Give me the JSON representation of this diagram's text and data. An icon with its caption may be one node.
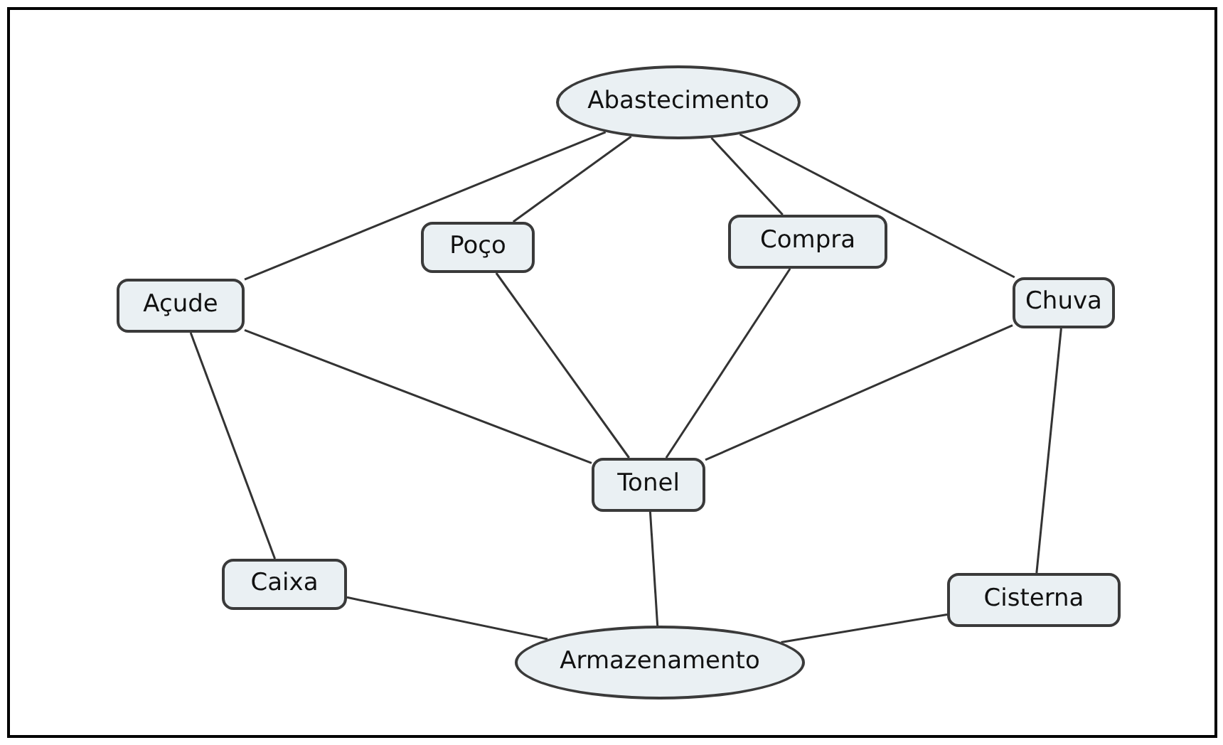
{
  "diagram": {
    "nodes": [
      {
        "text": [
          "Abastecimento"
        ]
      },
      {
        "text": [
          "Poço"
        ]
      },
      {
        "text": [
          "Compra"
        ]
      },
      {
        "text": [
          "Açude"
        ]
      },
      {
        "text": [
          "Chuva"
        ]
      },
      {
        "text": [
          "Tonel"
        ]
      },
      {
        "text": [
          "Caixa"
        ]
      },
      {
        "text": [
          "Cisterna"
        ]
      },
      {
        "text": [
          "Armazenamento"
        ]
      }
    ],
    "edges": [
      {
        "from": 0,
        "to": 3,
        "arrow": "none"
      },
      {
        "from": 0,
        "to": 1,
        "arrow": "none"
      },
      {
        "from": 0,
        "to": 2,
        "arrow": "none"
      },
      {
        "from": 0,
        "to": 4,
        "arrow": "none"
      },
      {
        "from": 3,
        "to": 5,
        "arrow": "none"
      },
      {
        "from": 1,
        "to": 5,
        "arrow": "none"
      },
      {
        "from": 2,
        "to": 5,
        "arrow": "none"
      },
      {
        "from": 4,
        "to": 5,
        "arrow": "none"
      },
      {
        "from": 3,
        "to": 6,
        "arrow": "none"
      },
      {
        "from": 4,
        "to": 7,
        "arrow": "none"
      },
      {
        "from": 5,
        "to": 8,
        "arrow": "none"
      },
      {
        "from": 6,
        "to": 8,
        "arrow": "none"
      },
      {
        "from": 7,
        "to": 8,
        "arrow": "none"
      }
    ]
  }
}
